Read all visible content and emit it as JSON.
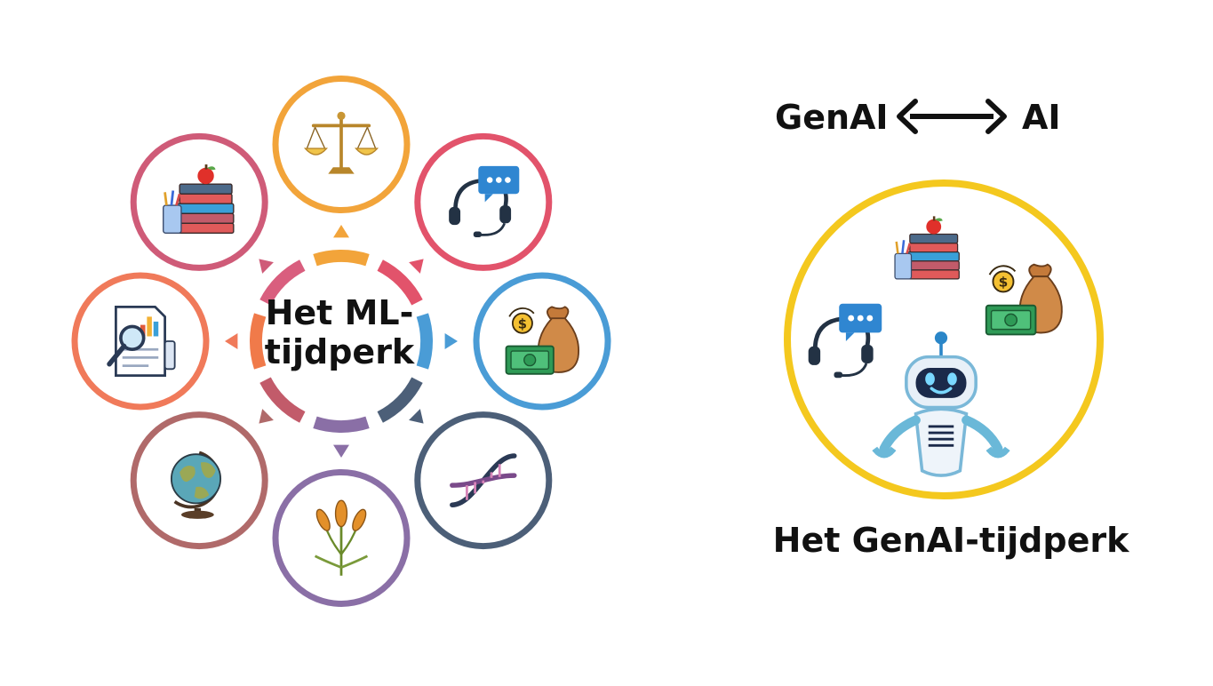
{
  "ml_era": {
    "title": "Het ML-tijdperk",
    "hub_colors": [
      "#f2a43a",
      "#e2536b",
      "#4a9cd6",
      "#4c5f78",
      "#8a6fa6",
      "#c25b6a",
      "#f07a4a",
      "#d95e7e"
    ],
    "domains": [
      {
        "name": "justice",
        "icon": "scales-icon",
        "color": "#f2a43a"
      },
      {
        "name": "customer-support",
        "icon": "headset-chat-icon",
        "color": "#e2536b"
      },
      {
        "name": "finance",
        "icon": "money-bag-icon",
        "color": "#4a9cd6"
      },
      {
        "name": "genetics",
        "icon": "dna-icon",
        "color": "#4c5f78"
      },
      {
        "name": "agriculture",
        "icon": "wheat-icon",
        "color": "#8a6fa6"
      },
      {
        "name": "geography",
        "icon": "globe-icon",
        "color": "#b06a6a"
      },
      {
        "name": "analytics",
        "icon": "report-magnifier-icon",
        "color": "#f07a5a"
      },
      {
        "name": "education",
        "icon": "books-apple-icon",
        "color": "#cf5b78"
      }
    ]
  },
  "relation": {
    "left": "GenAI",
    "right": "AI",
    "arrow_icon": "double-arrow-icon"
  },
  "genai_era": {
    "title": "Het GenAI-tijdperk",
    "ring_color": "#f4c81e",
    "icons": [
      "books-apple-icon",
      "money-bag-icon",
      "headset-chat-icon",
      "robot-icon"
    ]
  }
}
